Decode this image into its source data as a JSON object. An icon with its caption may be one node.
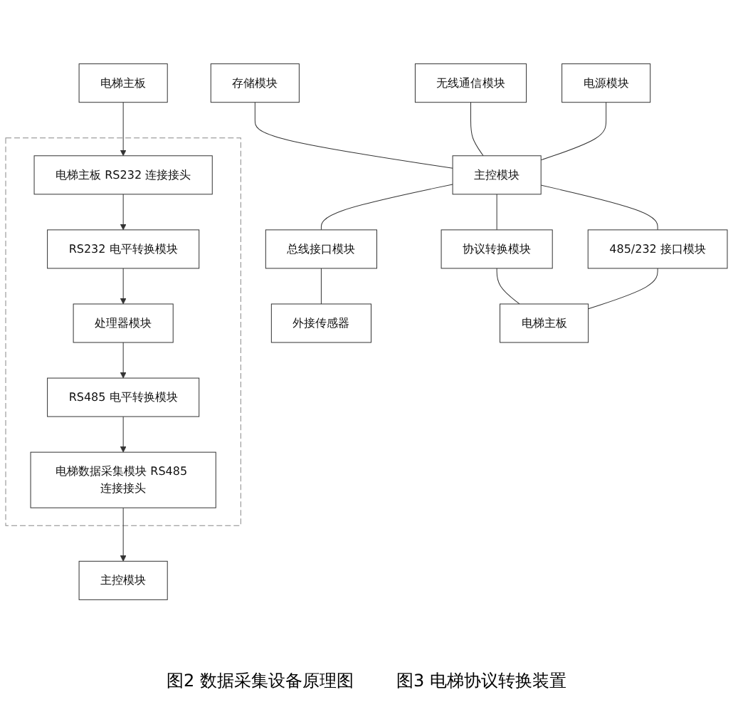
{
  "diagram": {
    "nodes": [
      {
        "text": [
          "存储模块"
        ]
      },
      {
        "text": [
          "无线通信模块"
        ]
      },
      {
        "text": [
          "电源模块"
        ]
      },
      {
        "text": [
          "主控模块"
        ]
      },
      {
        "text": [
          "总线接口模块"
        ]
      },
      {
        "text": [
          "协议转换模块"
        ]
      },
      {
        "text": [
          "485/232 接口模块"
        ]
      },
      {
        "text": [
          "外接传感器"
        ]
      },
      {
        "text": [
          "电梯主板"
        ]
      },
      {
        "text": [],
        "shape": "box"
      },
      {
        "text": [
          "电梯主板"
        ]
      },
      {
        "text": [
          "电梯主板 RS232 连接接头"
        ],
        "in": 9
      },
      {
        "text": [
          "RS232 电平转换模块"
        ],
        "in": 9
      },
      {
        "text": [
          "处理器模块"
        ],
        "in": 9
      },
      {
        "text": [
          "RS485 电平转换模块"
        ],
        "in": 9
      },
      {
        "text": [
          "电梯数据采集模块 RS485 连接接头"
        ],
        "in": 9
      },
      {
        "text": [
          "主控模块"
        ]
      }
    ],
    "edges": [
      {
        "from": 0,
        "to": 3,
        "arrow": "none"
      },
      {
        "from": 1,
        "to": 3,
        "arrow": "none"
      },
      {
        "from": 2,
        "to": 3,
        "arrow": "none"
      },
      {
        "from": 3,
        "to": 4,
        "arrow": "none"
      },
      {
        "from": 3,
        "to": 5,
        "arrow": "none"
      },
      {
        "from": 3,
        "to": 6,
        "arrow": "none"
      },
      {
        "from": 4,
        "to": 7,
        "arrow": "none"
      },
      {
        "from": 5,
        "to": 8,
        "arrow": "none"
      },
      {
        "from": 6,
        "to": 8,
        "arrow": "none"
      },
      {
        "from": 10,
        "to": 11,
        "arrow": "to"
      },
      {
        "from": 11,
        "to": 12,
        "arrow": "to"
      },
      {
        "from": 12,
        "to": 13,
        "arrow": "to"
      },
      {
        "from": 13,
        "to": 14,
        "arrow": "to"
      },
      {
        "from": 14,
        "to": 15,
        "arrow": "to"
      },
      {
        "from": 15,
        "to": 16,
        "arrow": "to"
      }
    ],
    "labels": [
      "图2 数据采集设备原理图",
      "图3 电梯协议转换装置"
    ]
  }
}
